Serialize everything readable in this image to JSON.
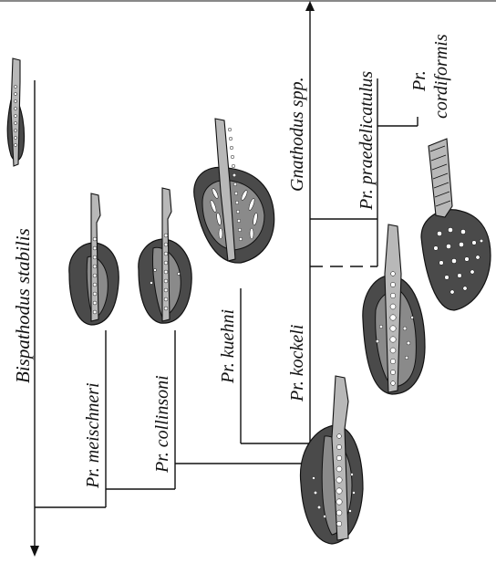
{
  "taxa": {
    "bispathodus": "Bispathodus stabilis",
    "meischneri": "Pr. meischneri",
    "collinsoni": "Pr. collinsoni",
    "kuehni": "Pr. kuehni",
    "kockeli": "Pr. kockeli",
    "gnathodus": "Gnathodus spp.",
    "praedelicatulus": "Pr. praedelicatulus",
    "cordiformis_line1": "Pr.",
    "cordiformis_line2": "cordiformis"
  },
  "colors": {
    "line": "#111111",
    "element_dark": "#4a4a4a",
    "element_mid": "#8a8a8a",
    "blade": "#b8b8b8"
  }
}
